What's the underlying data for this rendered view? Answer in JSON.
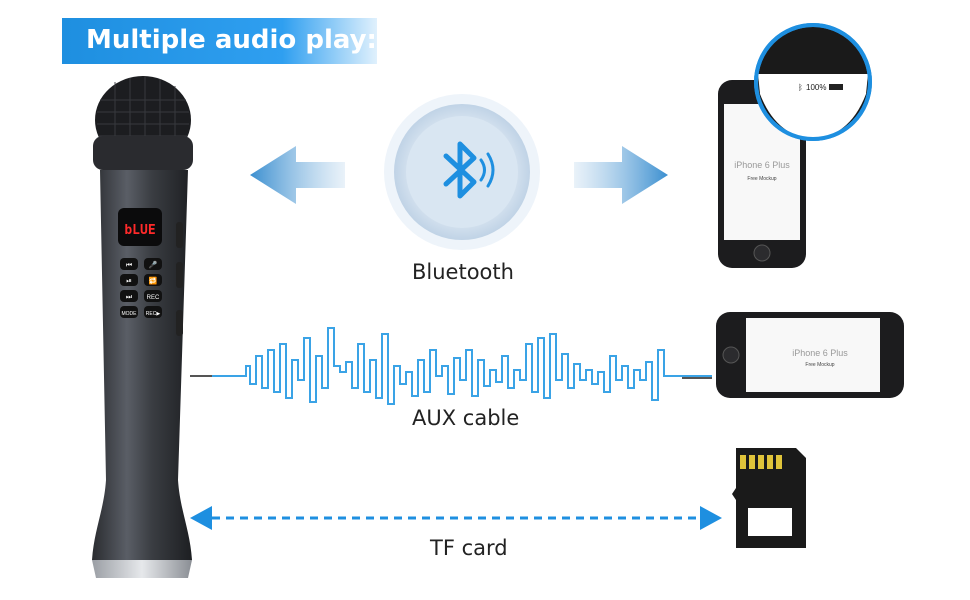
{
  "title": "Multiple audio play:",
  "bluetooth_label": "Bluetooth",
  "aux_label": "AUX cable",
  "tf_label": "TF card",
  "mic": {
    "display_text": "bLUE",
    "buttons": [
      "⏮",
      "🎤",
      "⏯",
      "🔁",
      "⏭",
      "REC",
      "MODE",
      "REC▶"
    ]
  },
  "phone_top": {
    "status_battery": "100%",
    "screen_title": "iPhone 6 Plus",
    "screen_subtitle": "Free Mockup"
  },
  "phone_side": {
    "screen_title": "iPhone 6 Plus",
    "screen_subtitle": "Free Mockup"
  },
  "colors": {
    "accent": "#1e8fe0",
    "wave": "#3aa3e6",
    "mic_body": "#3a3d42"
  }
}
